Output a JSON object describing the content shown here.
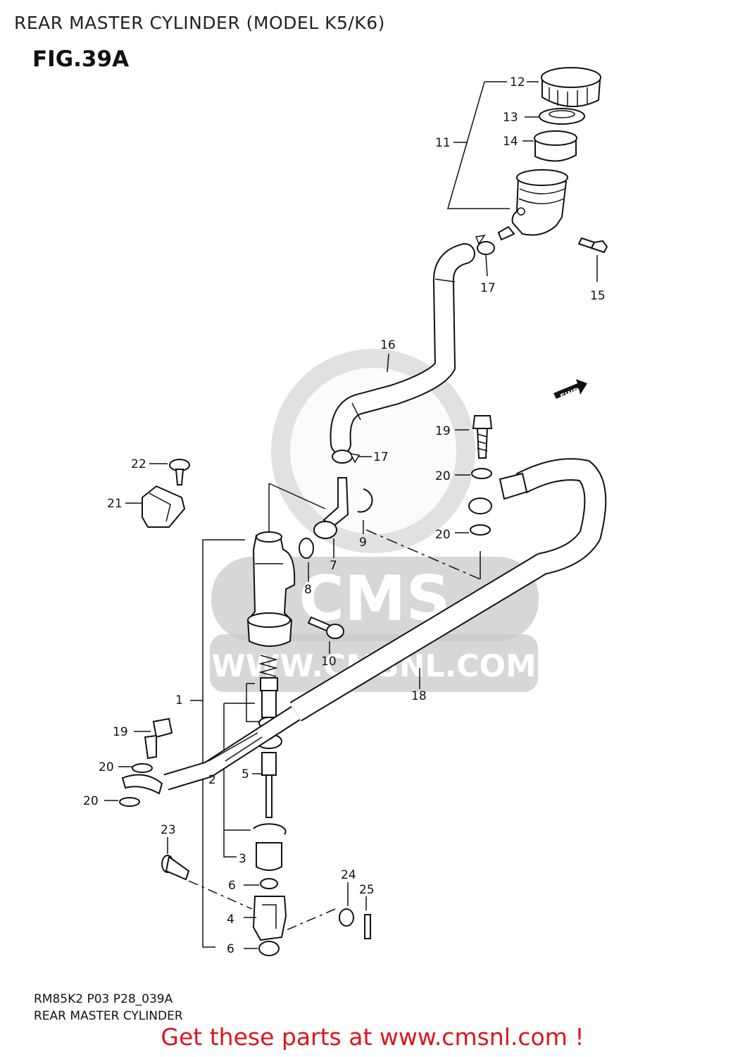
{
  "header": {
    "page_title": "REAR MASTER CYLINDER (MODEL K5/K6)",
    "fig_title": "FIG.39A"
  },
  "watermark": {
    "main": "CMS",
    "url": "WWW.CMSNL.COM"
  },
  "callouts": {
    "c1": "1",
    "c2": "2",
    "c3": "3",
    "c4": "4",
    "c5": "5",
    "c6a": "6",
    "c6b": "6",
    "c7": "7",
    "c8": "8",
    "c9": "9",
    "c10": "10",
    "c11": "11",
    "c12": "12",
    "c13": "13",
    "c14": "14",
    "c15": "15",
    "c16": "16",
    "c17a": "17",
    "c17b": "17",
    "c18": "18",
    "c19a": "19",
    "c19b": "19",
    "c20a": "20",
    "c20b": "20",
    "c20c": "20",
    "c20d": "20",
    "c21": "21",
    "c22": "22",
    "c23": "23",
    "c24": "24",
    "c25": "25",
    "fwd": "FWD"
  },
  "footer_codes": {
    "code": "RM85K2 P03 P28_039A",
    "name": "REAR MASTER CYLINDER"
  },
  "footer": {
    "promo": "Get these parts at www.cmsnl.com !"
  },
  "colors": {
    "promo_red": "#e0141b",
    "watermark_grey": "#c9c9c9"
  }
}
